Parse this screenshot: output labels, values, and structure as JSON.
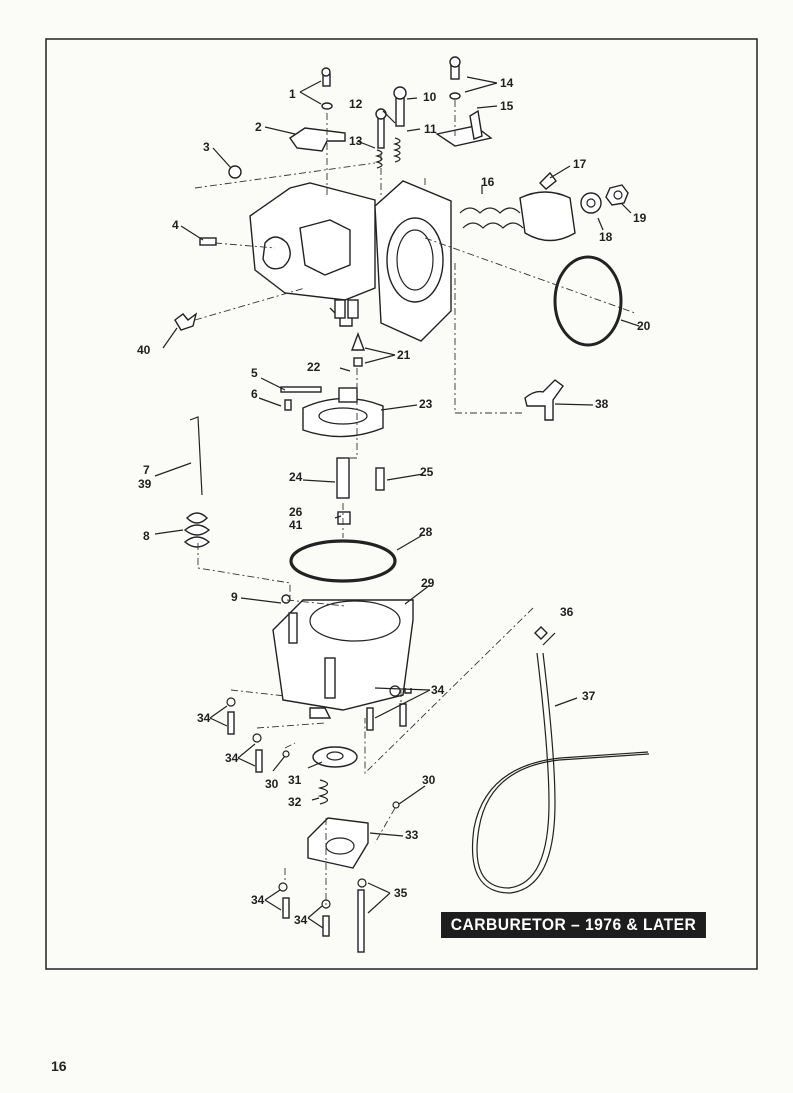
{
  "diagram": {
    "title": "CARBURETOR – 1976 & LATER",
    "page_number": "16",
    "callouts": [
      {
        "id": "c1",
        "text": "1"
      },
      {
        "id": "c2",
        "text": "2"
      },
      {
        "id": "c3",
        "text": "3"
      },
      {
        "id": "c4",
        "text": "4"
      },
      {
        "id": "c5",
        "text": "5"
      },
      {
        "id": "c6",
        "text": "6"
      },
      {
        "id": "c7",
        "text": "7"
      },
      {
        "id": "c39",
        "text": "39"
      },
      {
        "id": "c8",
        "text": "8"
      },
      {
        "id": "c9",
        "text": "9"
      },
      {
        "id": "c10",
        "text": "10"
      },
      {
        "id": "c11",
        "text": "11"
      },
      {
        "id": "c12",
        "text": "12"
      },
      {
        "id": "c13",
        "text": "13"
      },
      {
        "id": "c14",
        "text": "14"
      },
      {
        "id": "c15",
        "text": "15"
      },
      {
        "id": "c16",
        "text": "16"
      },
      {
        "id": "c17",
        "text": "17"
      },
      {
        "id": "c18",
        "text": "18"
      },
      {
        "id": "c19",
        "text": "19"
      },
      {
        "id": "c20",
        "text": "20"
      },
      {
        "id": "c21",
        "text": "21"
      },
      {
        "id": "c22",
        "text": "22"
      },
      {
        "id": "c23",
        "text": "23"
      },
      {
        "id": "c24",
        "text": "24"
      },
      {
        "id": "c25",
        "text": "25"
      },
      {
        "id": "c26",
        "text": "26"
      },
      {
        "id": "c41",
        "text": "41"
      },
      {
        "id": "c28",
        "text": "28"
      },
      {
        "id": "c29",
        "text": "29"
      },
      {
        "id": "c30a",
        "text": "30"
      },
      {
        "id": "c30b",
        "text": "30"
      },
      {
        "id": "c31",
        "text": "31"
      },
      {
        "id": "c32",
        "text": "32"
      },
      {
        "id": "c33",
        "text": "33"
      },
      {
        "id": "c34a",
        "text": "34"
      },
      {
        "id": "c34b",
        "text": "34"
      },
      {
        "id": "c34c",
        "text": "34"
      },
      {
        "id": "c34d",
        "text": "34"
      },
      {
        "id": "c34e",
        "text": "34"
      },
      {
        "id": "c35",
        "text": "35"
      },
      {
        "id": "c36",
        "text": "36"
      },
      {
        "id": "c37",
        "text": "37"
      },
      {
        "id": "c38",
        "text": "38"
      },
      {
        "id": "c40",
        "text": "40"
      }
    ]
  }
}
